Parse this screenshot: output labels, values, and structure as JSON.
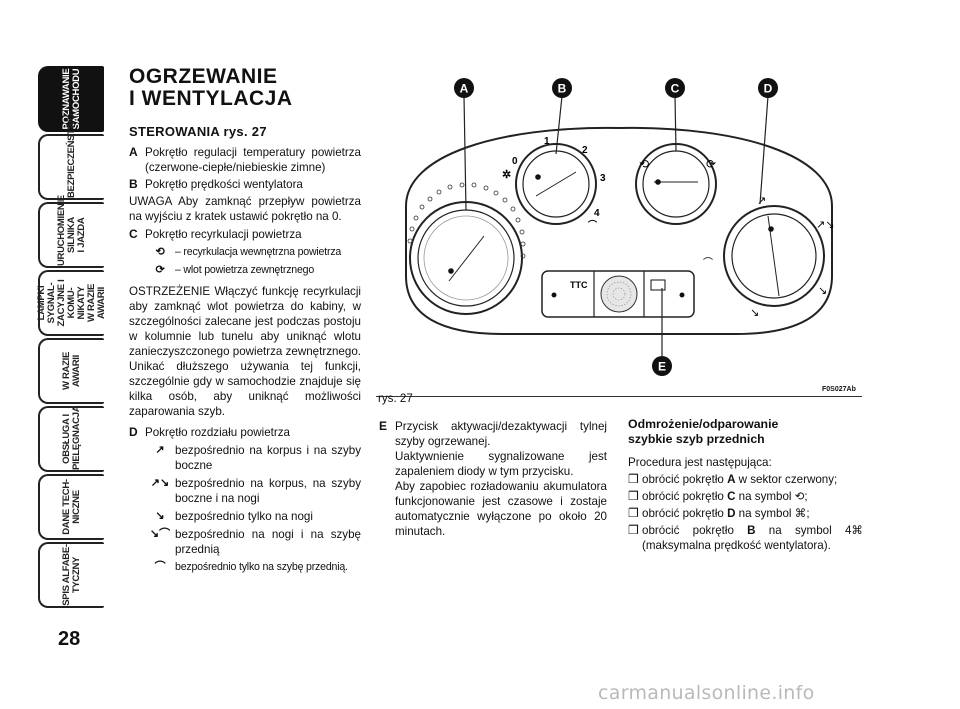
{
  "tabs": [
    {
      "label": "POZNAWANIE\nSAMOCHODU",
      "active": true
    },
    {
      "label": "BEZPIECZEŃSTWO",
      "active": false
    },
    {
      "label": "URUCHOMIENIE\nSILNIKA\nI JAZDA",
      "active": false
    },
    {
      "label": "LAMPKI SYGNAL-\nZACYJNE I KOMU-\nNIKATY\nW RAZIE AWARII",
      "active": false
    },
    {
      "label": "W RAZIE\nAWARII",
      "active": false
    },
    {
      "label": "OBSŁUGA I\nPIELĘGNACJA",
      "active": false
    },
    {
      "label": "DANE TECH-\nNICZNE",
      "active": false
    },
    {
      "label": "SPIS ALFABE-\nTYCZNY",
      "active": false
    }
  ],
  "page_number": "28",
  "title": "OGRZEWANIE\nI WENTYLACJA",
  "subhead": "STEROWANIA rys. 27",
  "controls": {
    "A": {
      "key": "A",
      "text": "Pokrętło regulacji temperatury powietrza (czerwone-ciepłe/niebieskie zimne)"
    },
    "B": {
      "key": "B",
      "text": "Pokrętło prędkości wentylatora"
    },
    "note_b": "UWAGA Aby zamknąć przepływ powietrza na wyjściu z kratek ustawić pokrętło na 0.",
    "C": {
      "key": "C",
      "text": "Pokrętło recyrkulacji powietrza"
    },
    "c_sym1": "– recyrkulacja wewnętrzna powietrza",
    "c_sym2": "– wlot powietrza zewnętrznego",
    "warning": "OSTRZEŻENIE Włączyć funkcję recyrkulacji aby zamknąć wlot powietrza do kabiny, w szczególności zalecane jest podczas postoju w kolumnie lub tunelu aby uniknąć wlotu zanieczyszczonego powietrza zewnętrznego. Unikać dłuższego używania tej funkcji, szczególnie gdy w samochodzie znajduje się kilka osób, aby uniknąć możliwości zaparowania szyb.",
    "D": {
      "key": "D",
      "text": "Pokrętło rozdziału powietrza"
    },
    "d_syms": [
      "bezpośrednio na korpus i na szyby boczne",
      "bezpośrednio na korpus, na szyby boczne i na nogi",
      "bezpośrednio tylko na nogi",
      "bezpośrednio na nogi i na szybę przednią",
      "bezpośrednio tylko na szybę przednią."
    ]
  },
  "figure": {
    "labels": {
      "A": "A",
      "B": "B",
      "C": "C",
      "D": "D",
      "E": "E"
    },
    "fan_speeds": {
      "s0": "0",
      "s1": "1",
      "s2": "2",
      "s3": "3",
      "s4": "4"
    },
    "ttc": "TTC",
    "code": "F0S027Ab",
    "caption": "rys. 27"
  },
  "e_item": {
    "key": "E",
    "lines": [
      "Przycisk aktywacji/dezaktywacji tylnej szyby ogrzewanej.",
      "Uaktywnienie sygnalizowane jest zapaleniem diody w tym przycisku.",
      "Aby zapobiec rozładowaniu akumulatora funkcjonowanie jest czasowe i zostaje automatycznie wyłączone po około 20 minutach."
    ]
  },
  "defrost": {
    "heading": "Odmrożenie/odparowanie\nszybkie szyb przednich",
    "intro": "Procedura jest następująca:",
    "steps": [
      {
        "pre": "obrócić pokrętło ",
        "bold": "A",
        "post": " w sektor czerwony;"
      },
      {
        "pre": "obrócić pokrętło ",
        "bold": "C",
        "post": " na symbol ⟲;"
      },
      {
        "pre": "obrócić pokrętło ",
        "bold": "D",
        "post": " na symbol ⌘;"
      },
      {
        "pre": "obrócić pokrętło ",
        "bold": "B",
        "post": " na symbol 4⌘ (maksymalna prędkość wentylatora)."
      }
    ]
  },
  "watermark": "carmanualsonline.info"
}
